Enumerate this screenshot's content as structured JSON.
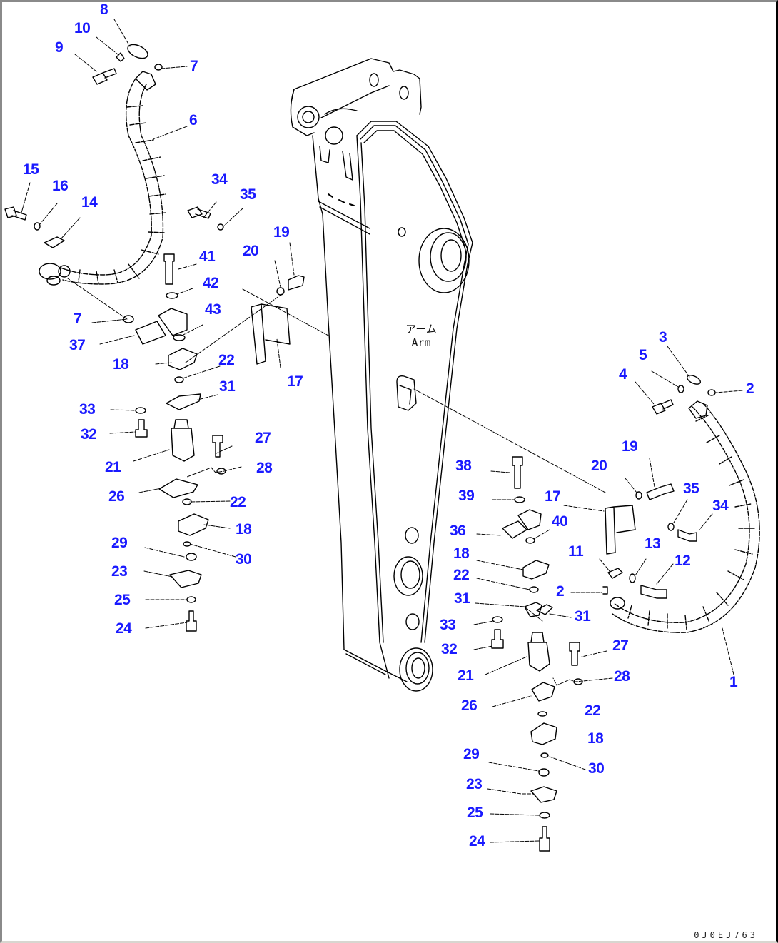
{
  "diagram": {
    "title": "Arm hose / hydraulic piping exploded parts diagram",
    "component_label_jp": "アーム",
    "component_label_en": "Arm",
    "drawing_code": "0J0EJ763",
    "label_color": "#1a1aff",
    "line_color": "#000000"
  },
  "callouts": {
    "l8": "8",
    "l10": "10",
    "l9": "9",
    "l7a": "7",
    "l6": "6",
    "l15": "15",
    "l16": "16",
    "l14": "14",
    "l34a": "34",
    "l35a": "35",
    "l41": "41",
    "l20a": "20",
    "l19a": "19",
    "l42": "42",
    "l7b": "7",
    "l43": "43",
    "l37": "37",
    "l18a": "18",
    "l22a": "22",
    "l17a": "17",
    "l31a": "31",
    "l33a": "33",
    "l32a": "32",
    "l27a": "27",
    "l21a": "21",
    "l28a": "28",
    "l26a": "26",
    "l22b": "22",
    "l18b": "18",
    "l29a": "29",
    "l30a": "30",
    "l23a": "23",
    "l25a": "25",
    "l24a": "24",
    "l3": "3",
    "l5": "5",
    "l4": "4",
    "l2a": "2",
    "l19b": "19",
    "l20b": "20",
    "l35b": "35",
    "l34b": "34",
    "l38": "38",
    "l17b": "17",
    "l39": "39",
    "l36": "36",
    "l40": "40",
    "l11": "11",
    "l13": "13",
    "l12": "12",
    "l18c": "18",
    "l22c": "22",
    "l2b": "2",
    "l31b": "31",
    "l31c": "31",
    "l33b": "33",
    "l32b": "32",
    "l27b": "27",
    "l21b": "21",
    "l28b": "28",
    "l1": "1",
    "l26b": "26",
    "l22d": "22",
    "l18d": "18",
    "l29b": "29",
    "l30b": "30",
    "l23b": "23",
    "l25b": "25",
    "l24b": "24"
  }
}
